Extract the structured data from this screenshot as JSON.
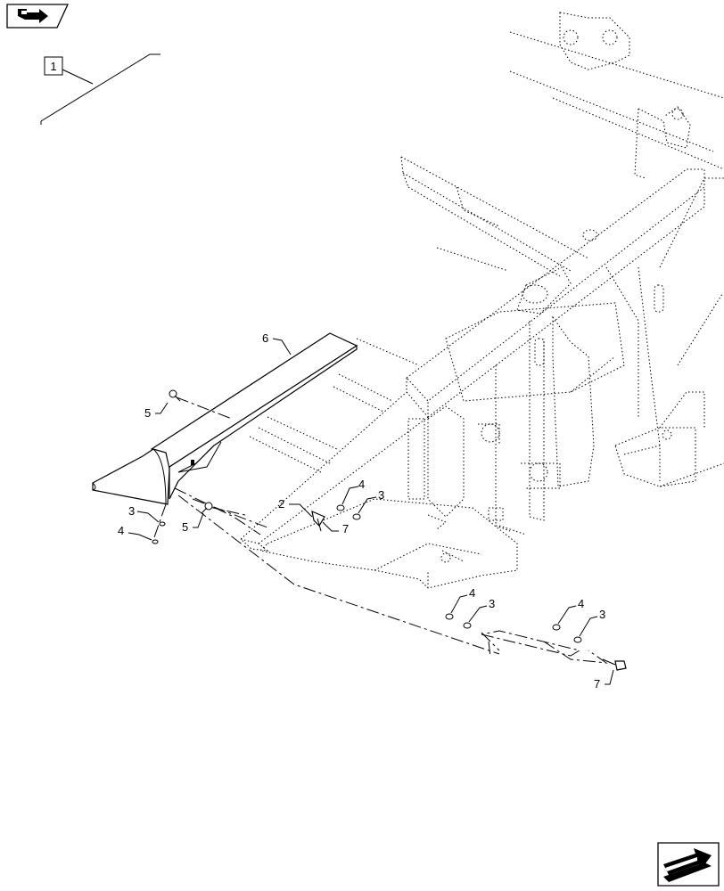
{
  "ref_box_label": "1",
  "callouts": [
    {
      "id": "callout-6",
      "text": "6"
    },
    {
      "id": "callout-5-top",
      "text": "5"
    },
    {
      "id": "callout-5-bottom",
      "text": "5"
    },
    {
      "id": "callout-3-left",
      "text": "3"
    },
    {
      "id": "callout-4-left",
      "text": "4"
    },
    {
      "id": "callout-2",
      "text": "2"
    },
    {
      "id": "callout-7-mid",
      "text": "7"
    },
    {
      "id": "callout-4-mid",
      "text": "4"
    },
    {
      "id": "callout-3-mid",
      "text": "3"
    },
    {
      "id": "callout-4-lower",
      "text": "4"
    },
    {
      "id": "callout-3-lower",
      "text": "3"
    },
    {
      "id": "callout-4-right",
      "text": "4"
    },
    {
      "id": "callout-3-right",
      "text": "3"
    },
    {
      "id": "callout-7-bottom",
      "text": "7"
    }
  ],
  "icons": {
    "top_left": "previous-page-arrow-icon",
    "bottom_right": "next-page-arrow-icon"
  }
}
